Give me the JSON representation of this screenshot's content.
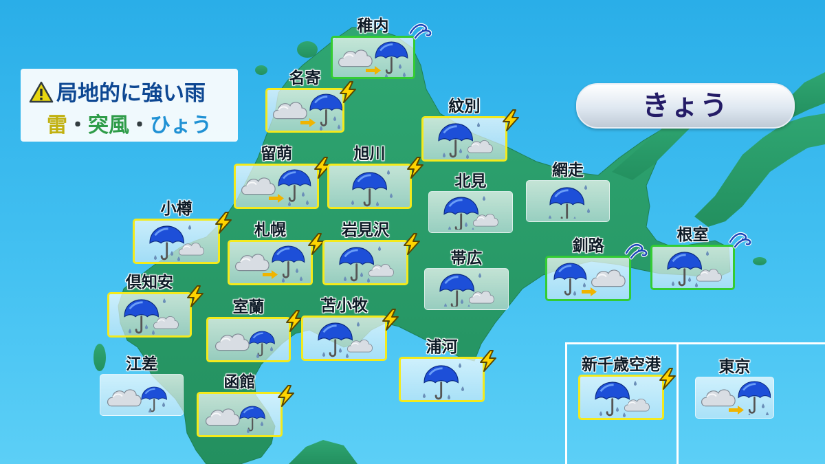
{
  "warning": {
    "line1": "局地的に強い雨",
    "line2": [
      {
        "text": "雷",
        "color": "yellow"
      },
      {
        "text": "・",
        "color": "dark"
      },
      {
        "text": "突風",
        "color": "green"
      },
      {
        "text": "・",
        "color": "dark"
      },
      {
        "text": "ひょう",
        "color": "blue"
      }
    ]
  },
  "period_label": "きょう",
  "colors": {
    "sea": "#39b8ee",
    "land": "#2a9a6c",
    "alert_yellow": "#f4ea1c",
    "alert_green": "#33cc33"
  },
  "stations": [
    {
      "id": "wakkanai",
      "name": "稚内",
      "weather": "cloud-to-rain",
      "border": "green",
      "badge": "wind"
    },
    {
      "id": "nayoro",
      "name": "名寄",
      "weather": "cloud-to-rain",
      "border": "yellow",
      "badge": "thunder"
    },
    {
      "id": "monbetsu",
      "name": "紋別",
      "weather": "rain-and-cloud",
      "border": "yellow",
      "badge": "thunder"
    },
    {
      "id": "rumoi",
      "name": "留萌",
      "weather": "cloud-to-rain",
      "border": "yellow",
      "badge": "thunder"
    },
    {
      "id": "asahikawa",
      "name": "旭川",
      "weather": "rain",
      "border": "yellow",
      "badge": "thunder"
    },
    {
      "id": "kitami",
      "name": "北見",
      "weather": "rain-and-cloud",
      "border": "none",
      "badge": "none"
    },
    {
      "id": "abashiri",
      "name": "網走",
      "weather": "rain",
      "border": "none",
      "badge": "none"
    },
    {
      "id": "otaru",
      "name": "小樽",
      "weather": "rain-and-cloud",
      "border": "yellow",
      "badge": "thunder"
    },
    {
      "id": "sapporo",
      "name": "札幌",
      "weather": "cloud-to-rain",
      "border": "yellow",
      "badge": "thunder"
    },
    {
      "id": "iwamizawa",
      "name": "岩見沢",
      "weather": "rain-and-cloud",
      "border": "yellow",
      "badge": "thunder"
    },
    {
      "id": "obihiro",
      "name": "帯広",
      "weather": "rain-and-cloud",
      "border": "none",
      "badge": "none"
    },
    {
      "id": "kushiro",
      "name": "釧路",
      "weather": "rain-to-cloud",
      "border": "green",
      "badge": "wind"
    },
    {
      "id": "nemuro",
      "name": "根室",
      "weather": "rain-and-cloud",
      "border": "green",
      "badge": "wind"
    },
    {
      "id": "kutchan",
      "name": "倶知安",
      "weather": "rain-and-cloud",
      "border": "yellow",
      "badge": "thunder"
    },
    {
      "id": "muroran",
      "name": "室蘭",
      "weather": "cloud-and-rain",
      "border": "yellow",
      "badge": "thunder"
    },
    {
      "id": "tomakomai",
      "name": "苫小牧",
      "weather": "rain-and-cloud",
      "border": "yellow",
      "badge": "thunder"
    },
    {
      "id": "urakawa",
      "name": "浦河",
      "weather": "rain",
      "border": "yellow",
      "badge": "thunder"
    },
    {
      "id": "esashi",
      "name": "江差",
      "weather": "cloud-and-rain",
      "border": "none",
      "badge": "none"
    },
    {
      "id": "hakodate",
      "name": "函館",
      "weather": "cloud-and-rain",
      "border": "yellow",
      "badge": "thunder"
    },
    {
      "id": "new-chitose",
      "name": "新千歳空港",
      "weather": "rain-and-cloud",
      "border": "yellow",
      "badge": "thunder"
    },
    {
      "id": "tokyo",
      "name": "東京",
      "weather": "cloud-to-rain",
      "border": "none",
      "badge": "none"
    }
  ]
}
